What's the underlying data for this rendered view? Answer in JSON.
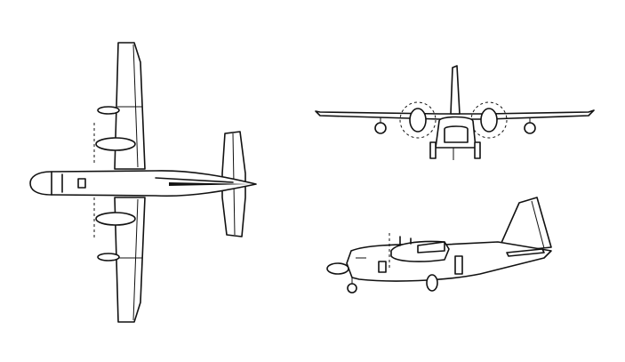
{
  "drawing": {
    "views": [
      {
        "id": "top",
        "label": ""
      },
      {
        "id": "front",
        "label": ""
      },
      {
        "id": "side",
        "label": ""
      }
    ],
    "colors": {
      "line": "#111111",
      "background": "#ffffff"
    }
  }
}
